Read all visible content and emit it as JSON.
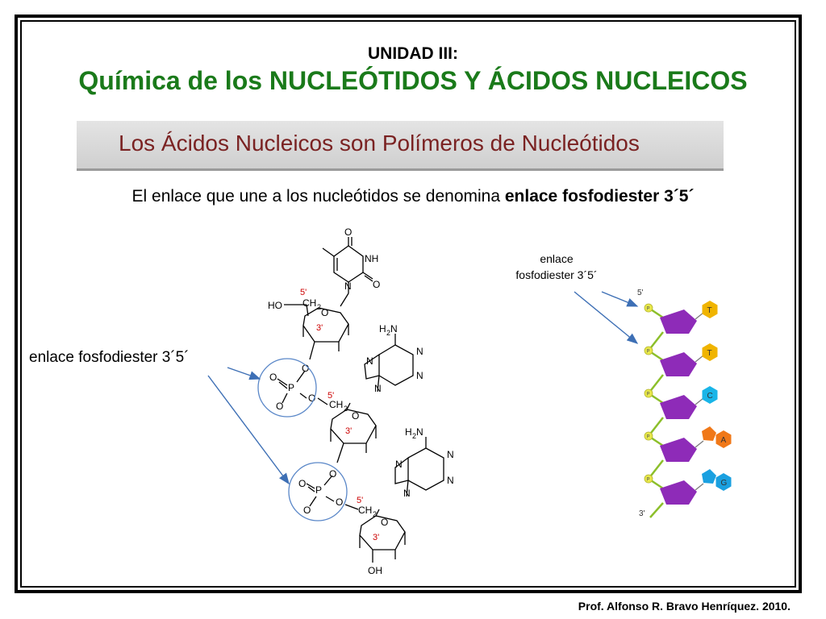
{
  "header": {
    "unit": "UNIDAD III:",
    "title": "Química de los NUCLEÓTIDOS Y ÁCIDOS NUCLEICOS"
  },
  "banner": {
    "text": "Los Ácidos Nucleicos son Polímeros de Nucleótidos"
  },
  "sentence": {
    "prefix": "El enlace que une a los nucleótidos se denomina ",
    "bold": "enlace fosfodiester 3´5´"
  },
  "left_label": "enlace fosfodiester 3´5´",
  "right_label": {
    "line1": "enlace",
    "line2": "fosfodiester 3´5´"
  },
  "structure": {
    "atoms": {
      "O": "O",
      "NH": "NH",
      "N": "N",
      "P": "P",
      "HO": "HO",
      "OH": "OH",
      "CH2": "CH",
      "sub2": "2",
      "H2N_H": "H",
      "H2N_N": "N",
      "five_prime": "5'",
      "three_prime": "3'"
    }
  },
  "strand": {
    "five_end": "5'",
    "three_end": "3'",
    "phosphate_label": "P",
    "bases": [
      {
        "letter": "T",
        "color": "#f0b400",
        "shape": "hexagon"
      },
      {
        "letter": "T",
        "color": "#f0b400",
        "shape": "hexagon"
      },
      {
        "letter": "C",
        "color": "#19b5e8",
        "shape": "hexagon"
      },
      {
        "letter": "A",
        "color": "#f07818",
        "shape": "purine"
      },
      {
        "letter": "G",
        "color": "#1aa0e0",
        "shape": "purine"
      }
    ],
    "colors": {
      "sugar": "#8e2bb8",
      "phosphate": "#e8e84a",
      "backbone": "#8cbf2a"
    }
  },
  "footer": "Prof. Alfonso R. Bravo Henríquez. 2010."
}
